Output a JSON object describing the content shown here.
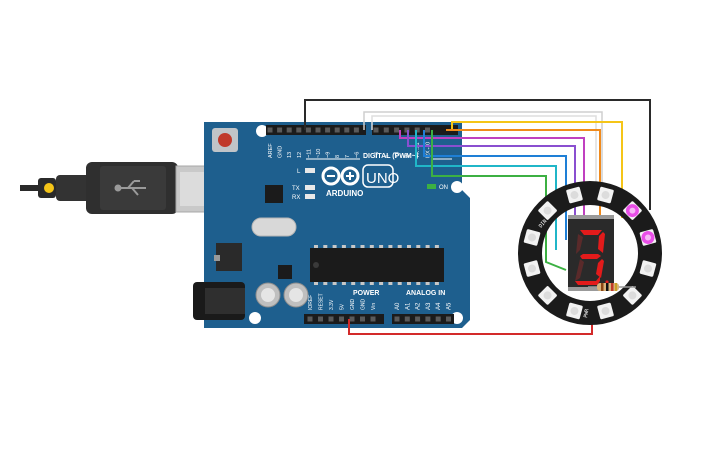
{
  "board": {
    "brand_text": "ARDUINO",
    "model_text": "UNO",
    "digital_header_label": "DIGITAL (PWM~)",
    "power_header_label": "POWER",
    "analog_header_label": "ANALOG IN",
    "led_l_label": "L",
    "led_tx_label": "TX",
    "led_rx_label": "RX",
    "on_label": "ON",
    "digital_pins": [
      "AREF",
      "GND",
      "13",
      "12",
      "~11",
      "~10",
      "~9",
      "8",
      "7",
      "~6",
      "~5",
      "4",
      "~3",
      "2",
      "TX→1",
      "RX←0"
    ],
    "power_pins": [
      "IOREF",
      "RESET",
      "3.3V",
      "5V",
      "GND",
      "GND",
      "Vin"
    ],
    "analog_pins": [
      "A0",
      "A1",
      "A2",
      "A3",
      "A4",
      "A5"
    ]
  },
  "seven_segment": {
    "digit": "3"
  },
  "neopixel_ring": {
    "pin_labels": [
      "GND",
      "PWR",
      "DIN"
    ]
  },
  "colors": {
    "board": "#1e5f8e",
    "wire_black": "#2a2a2a",
    "wire_yellow": "#f5c518",
    "wire_orange": "#f08a1c",
    "wire_magenta": "#c040c0",
    "wire_purple": "#8a4fd0",
    "wire_blue": "#1e7fd6",
    "wire_cyan": "#20b6c8",
    "wire_green": "#3cb043",
    "wire_red": "#d32a2a",
    "segment_on": "#e31b1b",
    "led_pink": "#e94ee8"
  }
}
